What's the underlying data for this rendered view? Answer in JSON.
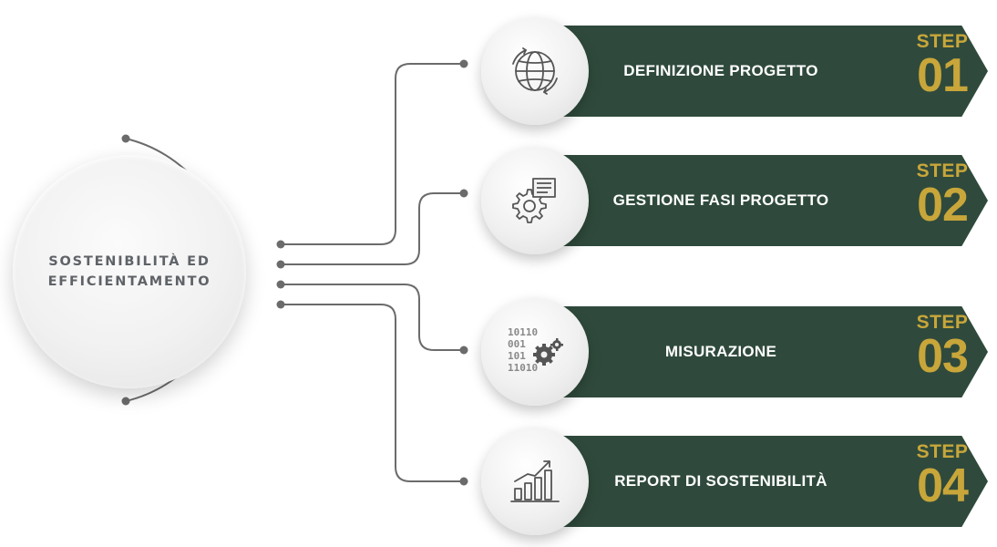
{
  "hub": {
    "line1": "SOSTENIBILITÀ ED",
    "line2": "EFFICIENTAMENTO"
  },
  "steps": [
    {
      "title": "DEFINIZIONE PROGETTO",
      "tag": "STEP",
      "number": "01",
      "icon": "globe-icon"
    },
    {
      "title": "GESTIONE FASI PROGETTO",
      "tag": "STEP",
      "number": "02",
      "icon": "gear-document-icon"
    },
    {
      "title": "MISURAZIONE",
      "tag": "STEP",
      "number": "03",
      "icon": "binary-gears-icon",
      "icon_text": [
        "10110",
        "001",
        "101",
        "11010"
      ]
    },
    {
      "title": "REPORT DI SOSTENIBILITÀ",
      "tag": "STEP",
      "number": "04",
      "icon": "bar-chart-growth-icon"
    }
  ],
  "colors": {
    "banner": "#2f4a3c",
    "accent": "#c8a63a",
    "title_text": "#ffffff",
    "hub_text": "#5f6368",
    "line": "#6b6b6b"
  }
}
